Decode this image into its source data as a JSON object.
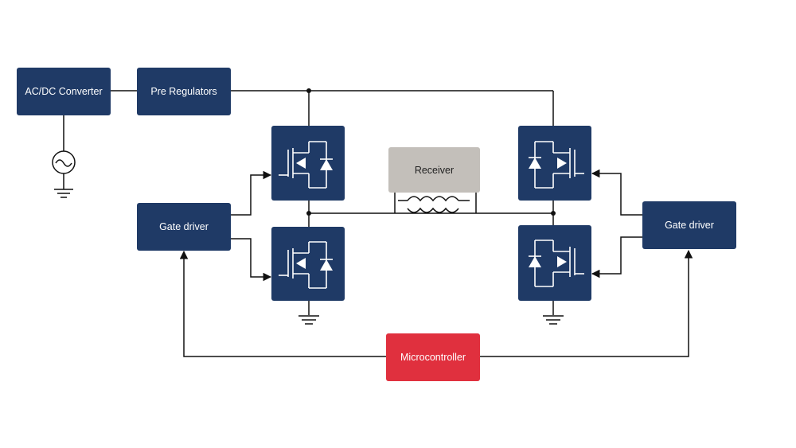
{
  "colors": {
    "block": "#1f3a66",
    "microcontroller": "#e0303e",
    "receiver": "#c3bfba",
    "wire": "#111111"
  },
  "blocks": {
    "ac_dc_converter": "AC/DC Converter",
    "pre_regulators": "Pre Regulators",
    "gate_driver_left": "Gate driver",
    "gate_driver_right": "Gate driver",
    "receiver": "Receiver",
    "microcontroller": "Microcontroller"
  },
  "icons": {
    "ac_source": "ac-source-icon",
    "ground": "ground-icon",
    "mosfet": "mosfet-icon",
    "coil": "coil-icon"
  }
}
